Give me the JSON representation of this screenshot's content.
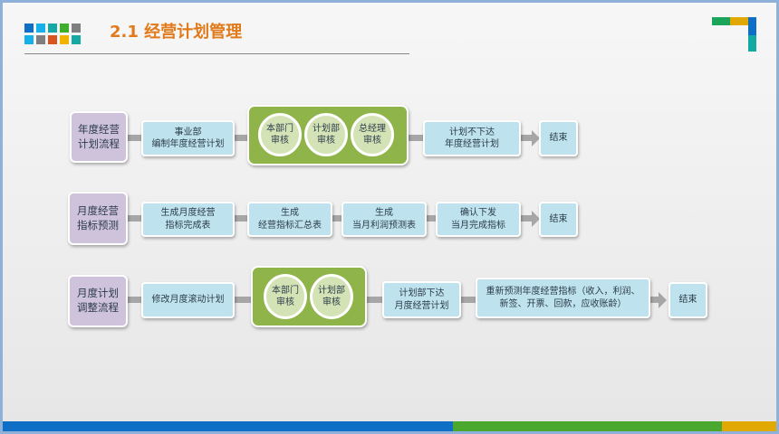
{
  "header": {
    "title": "2.1  经营计划管理",
    "logo_colors": [
      "#0f6fc6",
      "#17b0e8",
      "#15a9a4",
      "#3fae2a",
      "#7f7f7f",
      "#17b0e8",
      "#7f7f7f",
      "#d9541e",
      "#f0b400",
      "#15a9a4"
    ]
  },
  "rows": [
    {
      "label": "年度经营\n计划流程",
      "step1": "事业部\n编制年度经营计划",
      "review": [
        "本部门\n审核",
        "计划部\n审核",
        "总经理\n审核"
      ],
      "step2": "计划不下达\n年度经营计划",
      "end": "结束"
    },
    {
      "label": "月度经营\n指标预测",
      "steps": [
        "生成月度经营\n指标完成表",
        "生成\n经营指标汇总表",
        "生成\n当月利润预测表",
        "确认下发\n当月完成指标"
      ],
      "end": "结束"
    },
    {
      "label": "月度计划\n调整流程",
      "step1": "修改月度滚动计划",
      "review": [
        "本部门\n审核",
        "计划部\n审核"
      ],
      "step2": "计划部下达\n月度经营计划",
      "step3": "重新预测年度经营指标（收入，利润、\n新签、开票、回款，应收账龄）",
      "end": "结束"
    }
  ]
}
